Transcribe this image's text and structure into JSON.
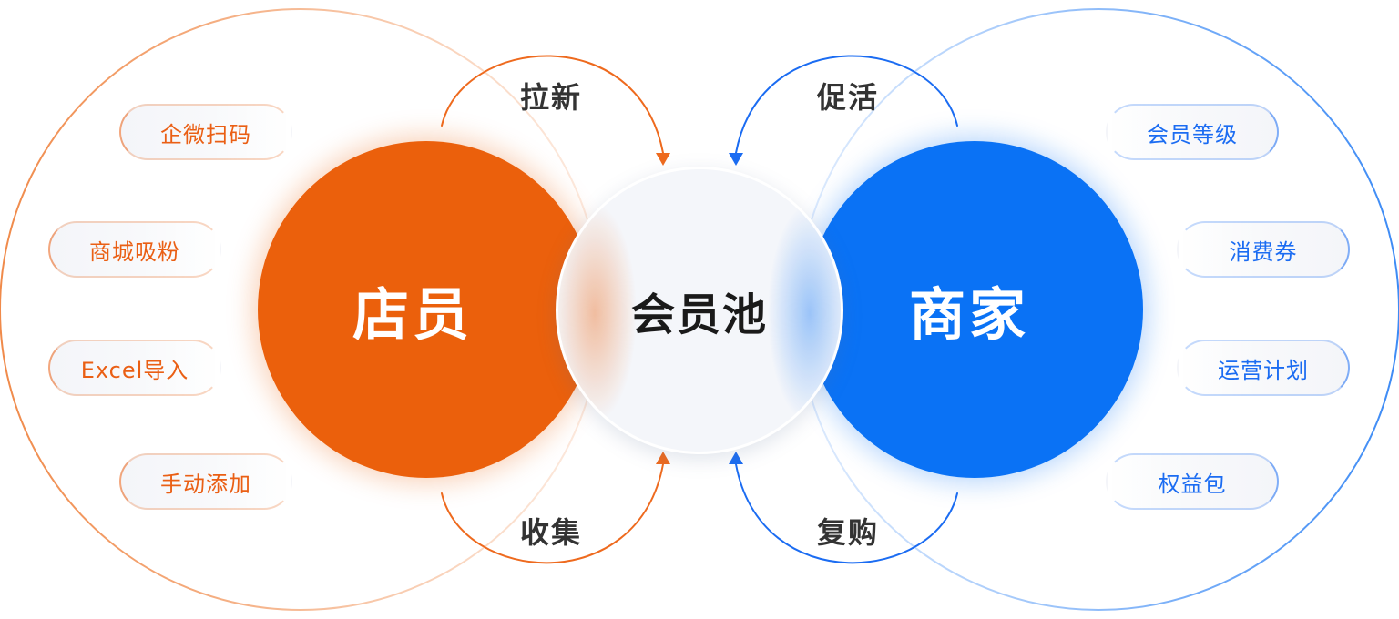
{
  "diagram": {
    "left_node": {
      "label": "店员",
      "color": "#eb600c"
    },
    "center_node": {
      "label": "会员池"
    },
    "right_node": {
      "label": "商家",
      "color": "#0a72f5"
    },
    "flows": {
      "top_left": "拉新",
      "bottom_left": "收集",
      "top_right": "促活",
      "bottom_right": "复购"
    },
    "left_channels": [
      "企微扫码",
      "商城吸粉",
      "Excel导入",
      "手动添加"
    ],
    "right_tools": [
      "会员等级",
      "消费券",
      "运营计划",
      "权益包"
    ]
  }
}
